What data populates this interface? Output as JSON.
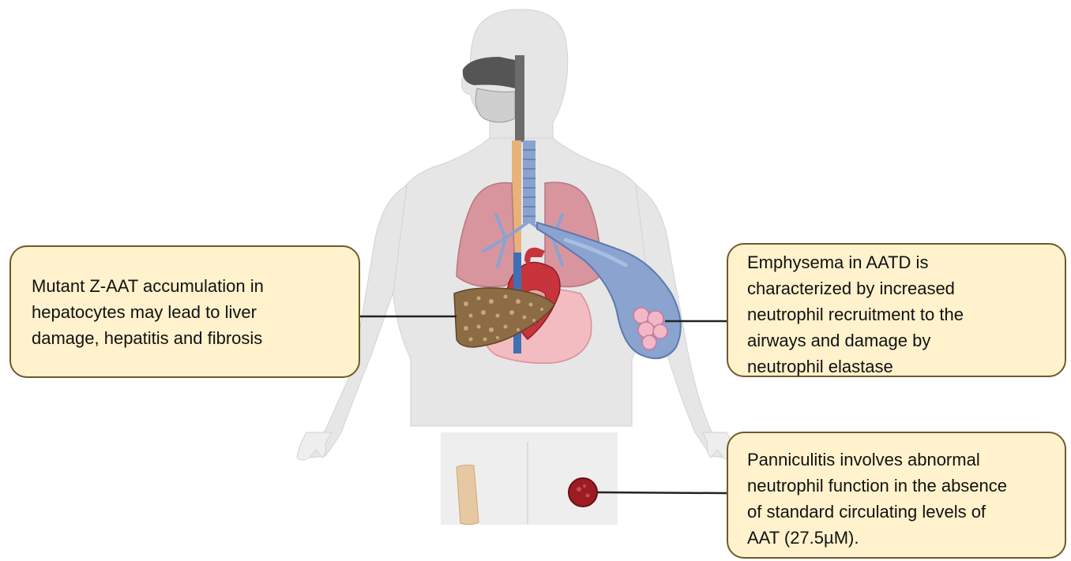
{
  "callouts": {
    "liver": {
      "lines": [
        "Mutant Z-AAT accumulation in",
        "hepatocytes may lead to liver",
        "damage, hepatitis and fibrosis"
      ]
    },
    "emphysema": {
      "lines": [
        "Emphysema in AATD is",
        "characterized by increased",
        "neutrophil recruitment to the",
        "airways and damage by",
        "neutrophil elastase"
      ]
    },
    "panniculitis": {
      "lines": [
        "Panniculitis involves abnormal",
        "neutrophil function in the absence",
        "of standard circulating levels of",
        "AAT (27.5µM)."
      ]
    }
  },
  "colors": {
    "body": "#e6e6e6",
    "lung": "#d8959e",
    "airway": "#8aa3cf",
    "liver": "#8c6c45",
    "heart": "#c8343b",
    "stomach": "#f2bcc0",
    "callout_fill": "#fff2cc",
    "callout_border": "#6e5a2a"
  }
}
